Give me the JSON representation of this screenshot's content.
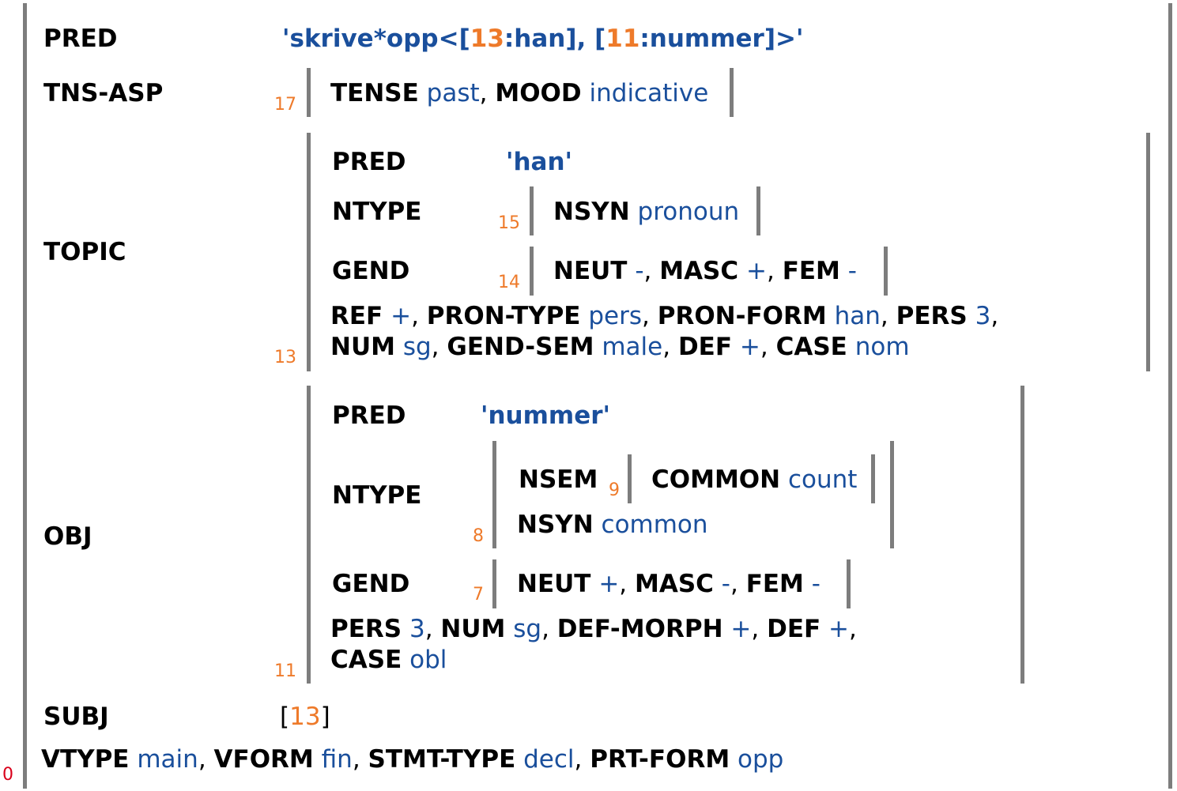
{
  "root": {
    "id": "0",
    "pred": {
      "attr": "PRED",
      "open": "'skrive*opp<[",
      "r1": "13",
      "m1": ":han], [",
      "r2": "11",
      "m2": ":nummer]>'"
    },
    "tns_asp": {
      "attr": "TNS-ASP",
      "id": "17",
      "tense_a": "TENSE",
      "tense_v": "past",
      "mood_a": "MOOD",
      "mood_v": "indicative"
    },
    "topic": {
      "attr": "TOPIC",
      "id": "13",
      "pred_a": "PRED",
      "pred_v": "'han'",
      "ntype_a": "NTYPE",
      "ntype_id": "15",
      "nsyn_a": "NSYN",
      "nsyn_v": "pronoun",
      "gend_a": "GEND",
      "gend_id": "14",
      "neut_a": "NEUT",
      "neut_v": "-",
      "masc_a": "MASC",
      "masc_v": "+",
      "fem_a": "FEM",
      "fem_v": "-",
      "ref_a": "REF",
      "ref_v": "+",
      "ptype_a": "PRON-TYPE",
      "ptype_v": "pers",
      "pform_a": "PRON-FORM",
      "pform_v": "han",
      "pers_a": "PERS",
      "pers_v": "3",
      "num_a": "NUM",
      "num_v": "sg",
      "gsem_a": "GEND-SEM",
      "gsem_v": "male",
      "def_a": "DEF",
      "def_v": "+",
      "case_a": "CASE",
      "case_v": "nom"
    },
    "obj": {
      "attr": "OBJ",
      "id": "11",
      "pred_a": "PRED",
      "pred_v": "'nummer'",
      "ntype_a": "NTYPE",
      "ntype_id": "8",
      "nsem_a": "NSEM",
      "nsem_id": "9",
      "common_a": "COMMON",
      "common_v": "count",
      "nsyn_a": "NSYN",
      "nsyn_v": "common",
      "gend_a": "GEND",
      "gend_id": "7",
      "neut_a": "NEUT",
      "neut_v": "+",
      "masc_a": "MASC",
      "masc_v": "-",
      "fem_a": "FEM",
      "fem_v": "-",
      "pers_a": "PERS",
      "pers_v": "3",
      "num_a": "NUM",
      "num_v": "sg",
      "dmorph_a": "DEF-MORPH",
      "dmorph_v": "+",
      "def_a": "DEF",
      "def_v": "+",
      "case_a": "CASE",
      "case_v": "obl"
    },
    "subj": {
      "attr": "SUBJ",
      "lb": "[",
      "ref": "13",
      "rb": "]"
    },
    "bottom": {
      "vtype_a": "VTYPE",
      "vtype_v": "main",
      "vform_a": "VFORM",
      "vform_v": "fin",
      "stmt_a": "STMT-TYPE",
      "stmt_v": "decl",
      "prt_a": "PRT-FORM",
      "prt_v": "opp"
    }
  }
}
